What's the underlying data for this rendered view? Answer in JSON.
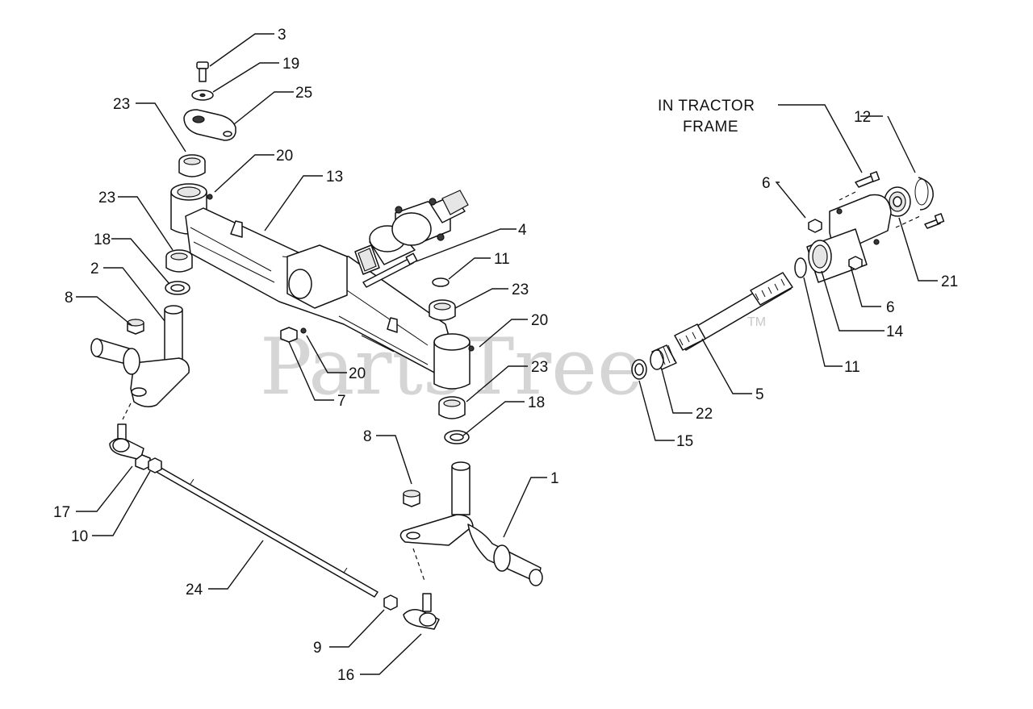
{
  "watermark": {
    "text": "PartsTree",
    "trademark": "TM"
  },
  "note": {
    "line1": "IN TRACTOR",
    "line2": "FRAME"
  },
  "callouts": [
    {
      "id": "c3",
      "text": "3"
    },
    {
      "id": "c19",
      "text": "19"
    },
    {
      "id": "c25",
      "text": "25"
    },
    {
      "id": "c23a",
      "text": "23"
    },
    {
      "id": "c20a",
      "text": "20"
    },
    {
      "id": "c13",
      "text": "13"
    },
    {
      "id": "c23b",
      "text": "23"
    },
    {
      "id": "c18a",
      "text": "18"
    },
    {
      "id": "c2",
      "text": "2"
    },
    {
      "id": "c8a",
      "text": "8"
    },
    {
      "id": "c4",
      "text": "4"
    },
    {
      "id": "c11a",
      "text": "11"
    },
    {
      "id": "c23c",
      "text": "23"
    },
    {
      "id": "c20b",
      "text": "20"
    },
    {
      "id": "c20c",
      "text": "20"
    },
    {
      "id": "c7",
      "text": "7"
    },
    {
      "id": "c23d",
      "text": "23"
    },
    {
      "id": "c18b",
      "text": "18"
    },
    {
      "id": "c8b",
      "text": "8"
    },
    {
      "id": "c1",
      "text": "1"
    },
    {
      "id": "c17",
      "text": "17"
    },
    {
      "id": "c10",
      "text": "10"
    },
    {
      "id": "c24",
      "text": "24"
    },
    {
      "id": "c9",
      "text": "9"
    },
    {
      "id": "c16",
      "text": "16"
    },
    {
      "id": "c12",
      "text": "12"
    },
    {
      "id": "c6a",
      "text": "6"
    },
    {
      "id": "c21",
      "text": "21"
    },
    {
      "id": "c6b",
      "text": "6"
    },
    {
      "id": "c14",
      "text": "14"
    },
    {
      "id": "c11b",
      "text": "11"
    },
    {
      "id": "c5",
      "text": "5"
    },
    {
      "id": "c22",
      "text": "22"
    },
    {
      "id": "c15",
      "text": "15"
    }
  ]
}
